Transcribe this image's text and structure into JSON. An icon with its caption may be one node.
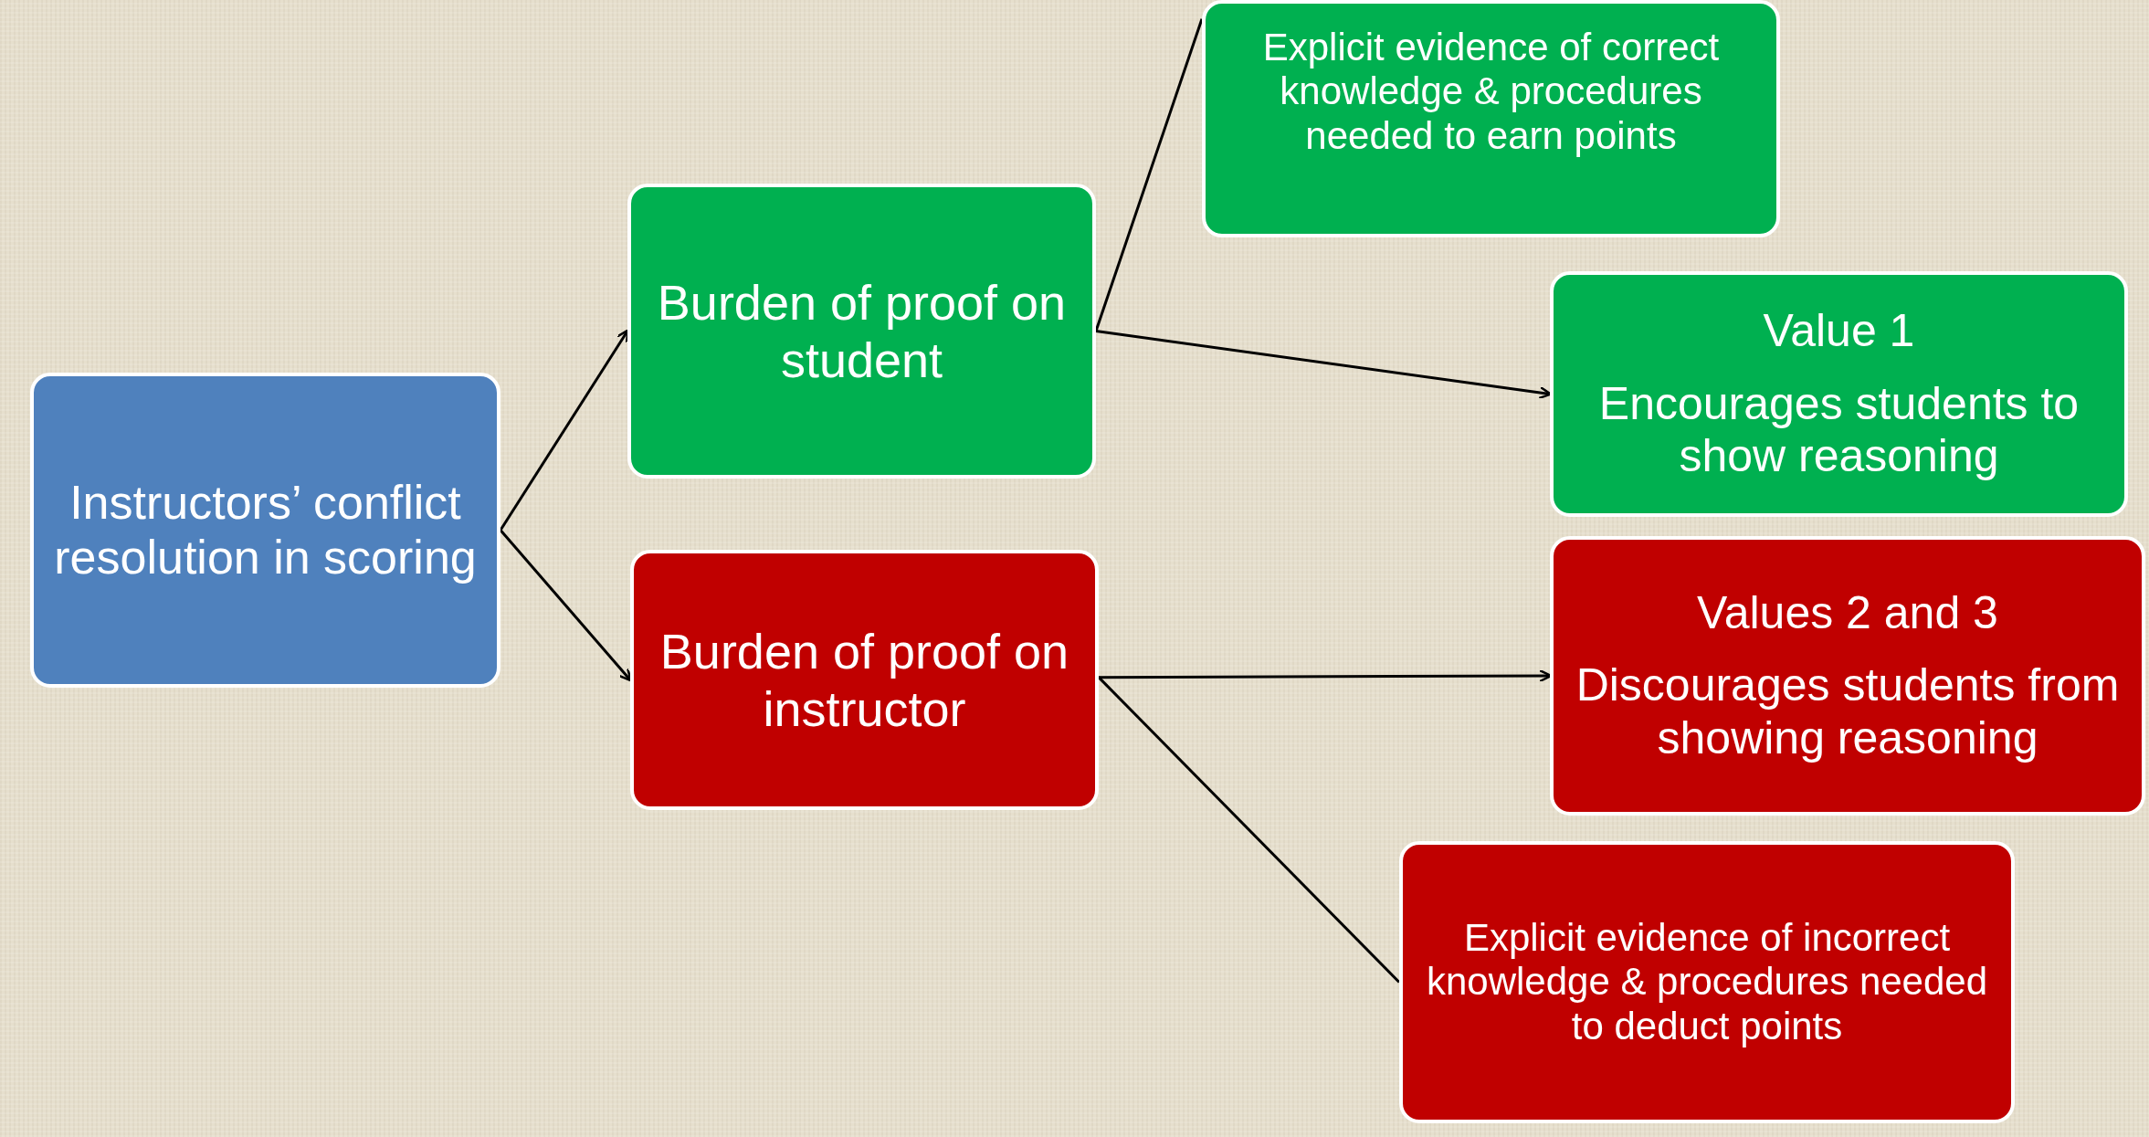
{
  "diagram": {
    "nodes": [
      {
        "text": [
          "Instructors’ conflict resolution in scoring"
        ]
      },
      {
        "text": [
          "Burden of proof on student"
        ]
      },
      {
        "text": [
          "Burden of proof on instructor"
        ]
      },
      {
        "text": [
          "Explicit evidence of correct knowledge & procedures needed to earn points"
        ]
      },
      {
        "text": [
          "Value 1",
          "Encourages students to show reasoning"
        ]
      },
      {
        "text": [
          "Values 2 and 3",
          "Discourages students from showing reasoning"
        ]
      },
      {
        "text": [
          "Explicit evidence of incorrect knowledge & procedures needed to deduct points"
        ]
      }
    ],
    "edges": [
      {
        "from": 0,
        "to": 1,
        "arrow": "to"
      },
      {
        "from": 0,
        "to": 2,
        "arrow": "to"
      },
      {
        "from": 1,
        "to": 3,
        "arrow": "none"
      },
      {
        "from": 1,
        "to": 4,
        "arrow": "to"
      },
      {
        "from": 2,
        "to": 5,
        "arrow": "to"
      },
      {
        "from": 2,
        "to": 6,
        "arrow": "none"
      }
    ]
  }
}
